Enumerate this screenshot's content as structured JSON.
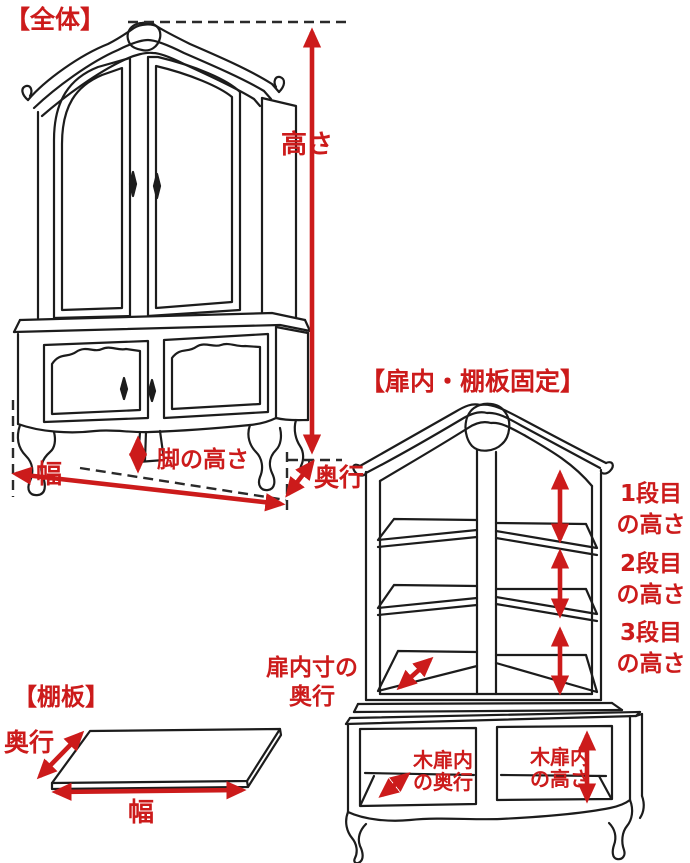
{
  "colors": {
    "background": "#ffffff",
    "line": "#1c1c1c",
    "dash": "#2a2a2a",
    "accent": "#cc1b1b"
  },
  "sections": {
    "overall": {
      "title": "【全体】",
      "height_label": "高さ",
      "leg_height_label": "脚の高さ",
      "width_label": "幅",
      "depth_label": "奥行"
    },
    "door_inside": {
      "title": "【扉内・棚板固定】",
      "tier1_label": "1段目\nの高さ",
      "tier2_label": "2段目\nの高さ",
      "tier3_label": "3段目\nの高さ",
      "inner_depth_label": "扉内寸の\n奥行",
      "wood_door_depth_label": "木扉内\nの奥行",
      "wood_door_height_label": "木扉内\nの高さ"
    },
    "shelf_board": {
      "title": "【棚板】",
      "depth_label": "奥行",
      "width_label": "幅"
    }
  }
}
